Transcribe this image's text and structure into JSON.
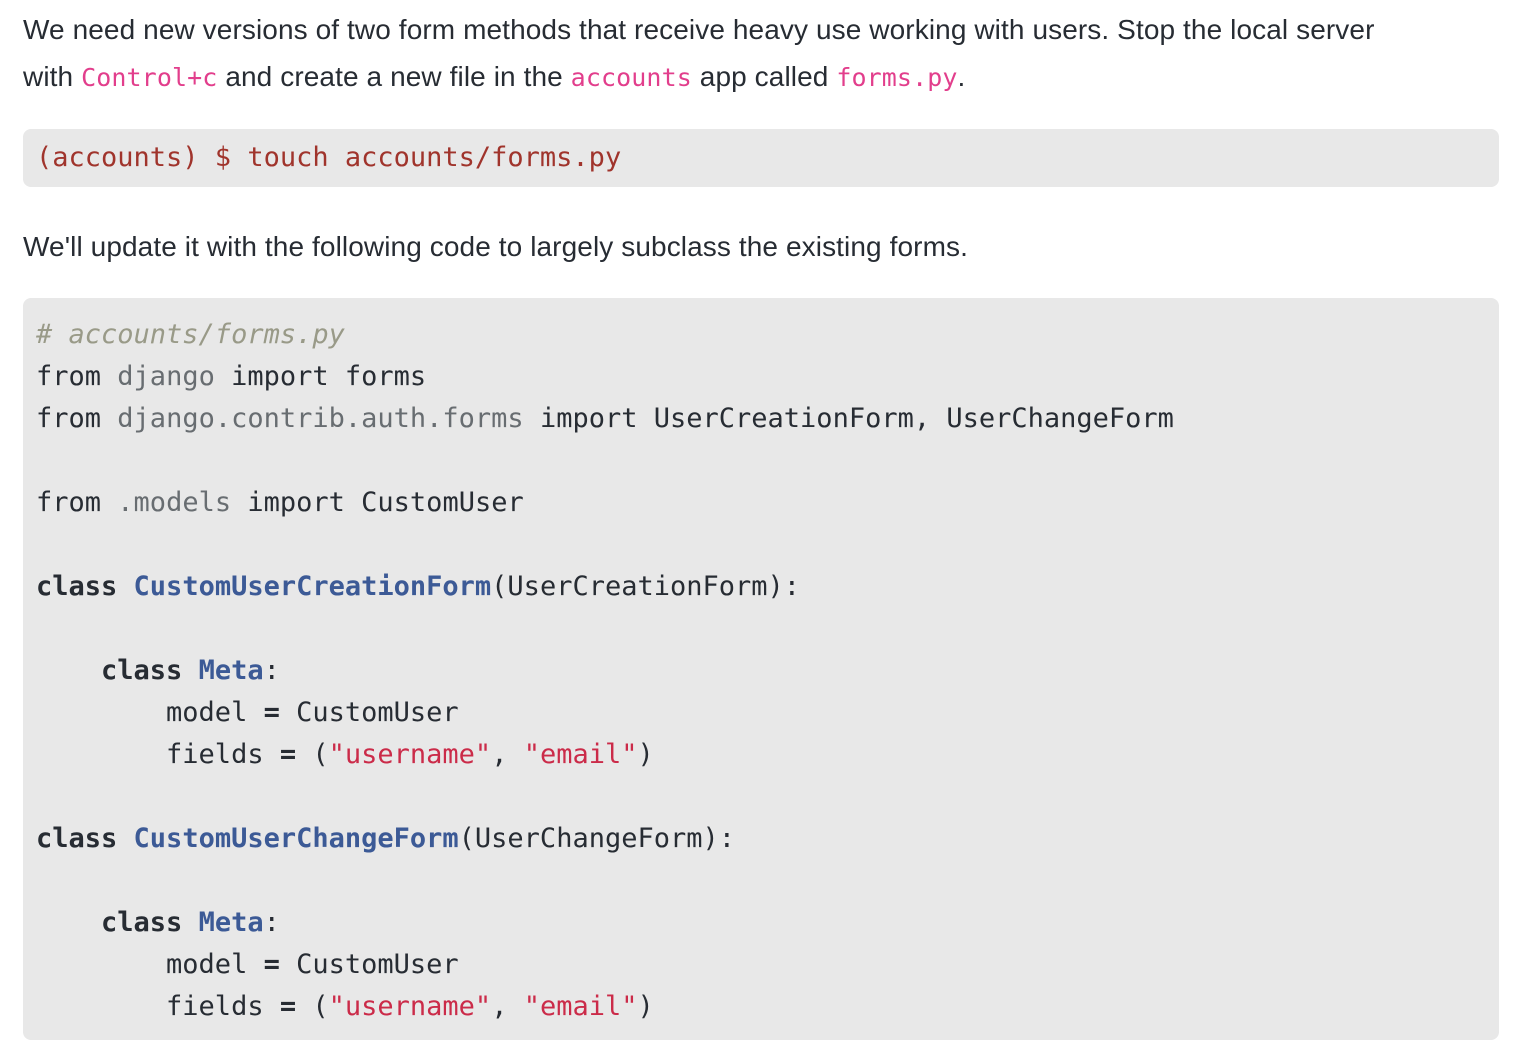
{
  "colors": {
    "body_text": "#272c33",
    "inline_code": "#e23e8c",
    "code_background": "#e8e8e8",
    "shell_text": "#a0342c",
    "comment": "#999a88",
    "module": "#686d71",
    "class_name": "#3c5a96",
    "string": "#cb2b49",
    "page_background": "#ffffff"
  },
  "paragraphs": [
    {
      "name": "intro",
      "segments": [
        {
          "kind": "text",
          "text": "We need new versions of two form methods that receive heavy use working with users. Stop the local server with "
        },
        {
          "kind": "code",
          "text": "Control+c"
        },
        {
          "kind": "text",
          "text": " and create a new file in the "
        },
        {
          "kind": "code",
          "text": "accounts"
        },
        {
          "kind": "text",
          "text": " app called "
        },
        {
          "kind": "code",
          "text": "forms.py"
        },
        {
          "kind": "text",
          "text": "."
        }
      ]
    },
    {
      "name": "update",
      "segments": [
        {
          "kind": "text",
          "text": "We'll update it with the following code to largely subclass the existing forms."
        }
      ]
    }
  ],
  "code_blocks": [
    {
      "name": "shell-command",
      "language": "shell",
      "lines": [
        [
          {
            "c": "sh",
            "t": "(accounts) $ touch accounts/forms.py"
          }
        ]
      ]
    },
    {
      "name": "forms-py-listing",
      "language": "python",
      "lines": [
        [
          {
            "c": "com",
            "t": "# accounts/forms.py"
          }
        ],
        [
          {
            "c": "kw",
            "t": "from"
          },
          {
            "c": "pl",
            "t": " "
          },
          {
            "c": "mod",
            "t": "django"
          },
          {
            "c": "pl",
            "t": " "
          },
          {
            "c": "kw",
            "t": "import"
          },
          {
            "c": "pl",
            "t": " forms"
          }
        ],
        [
          {
            "c": "kw",
            "t": "from"
          },
          {
            "c": "pl",
            "t": " "
          },
          {
            "c": "mod",
            "t": "django.contrib.auth.forms"
          },
          {
            "c": "pl",
            "t": " "
          },
          {
            "c": "kw",
            "t": "import"
          },
          {
            "c": "pl",
            "t": " UserCreationForm, UserChangeForm"
          }
        ],
        [],
        [
          {
            "c": "kw",
            "t": "from"
          },
          {
            "c": "pl",
            "t": " "
          },
          {
            "c": "mod",
            "t": ".models"
          },
          {
            "c": "pl",
            "t": " "
          },
          {
            "c": "kw",
            "t": "import"
          },
          {
            "c": "pl",
            "t": " CustomUser"
          }
        ],
        [],
        [
          {
            "c": "kwb",
            "t": "class"
          },
          {
            "c": "pl",
            "t": " "
          },
          {
            "c": "cls",
            "t": "CustomUserCreationForm"
          },
          {
            "c": "pl",
            "t": "(UserCreationForm):"
          }
        ],
        [],
        [
          {
            "c": "pl",
            "t": "    "
          },
          {
            "c": "kwb",
            "t": "class"
          },
          {
            "c": "pl",
            "t": " "
          },
          {
            "c": "cls",
            "t": "Meta"
          },
          {
            "c": "pl",
            "t": ":"
          }
        ],
        [
          {
            "c": "pl",
            "t": "        model "
          },
          {
            "c": "op",
            "t": "="
          },
          {
            "c": "pl",
            "t": " CustomUser"
          }
        ],
        [
          {
            "c": "pl",
            "t": "        fields "
          },
          {
            "c": "op",
            "t": "="
          },
          {
            "c": "pl",
            "t": " ("
          },
          {
            "c": "str",
            "t": "\"username\""
          },
          {
            "c": "pl",
            "t": ", "
          },
          {
            "c": "str",
            "t": "\"email\""
          },
          {
            "c": "pl",
            "t": ")"
          }
        ],
        [],
        [
          {
            "c": "kwb",
            "t": "class"
          },
          {
            "c": "pl",
            "t": " "
          },
          {
            "c": "cls",
            "t": "CustomUserChangeForm"
          },
          {
            "c": "pl",
            "t": "(UserChangeForm):"
          }
        ],
        [],
        [
          {
            "c": "pl",
            "t": "    "
          },
          {
            "c": "kwb",
            "t": "class"
          },
          {
            "c": "pl",
            "t": " "
          },
          {
            "c": "cls",
            "t": "Meta"
          },
          {
            "c": "pl",
            "t": ":"
          }
        ],
        [
          {
            "c": "pl",
            "t": "        model "
          },
          {
            "c": "op",
            "t": "="
          },
          {
            "c": "pl",
            "t": " CustomUser"
          }
        ],
        [
          {
            "c": "pl",
            "t": "        fields "
          },
          {
            "c": "op",
            "t": "="
          },
          {
            "c": "pl",
            "t": " ("
          },
          {
            "c": "str",
            "t": "\"username\""
          },
          {
            "c": "pl",
            "t": ", "
          },
          {
            "c": "str",
            "t": "\"email\""
          },
          {
            "c": "pl",
            "t": ")"
          }
        ]
      ]
    }
  ]
}
